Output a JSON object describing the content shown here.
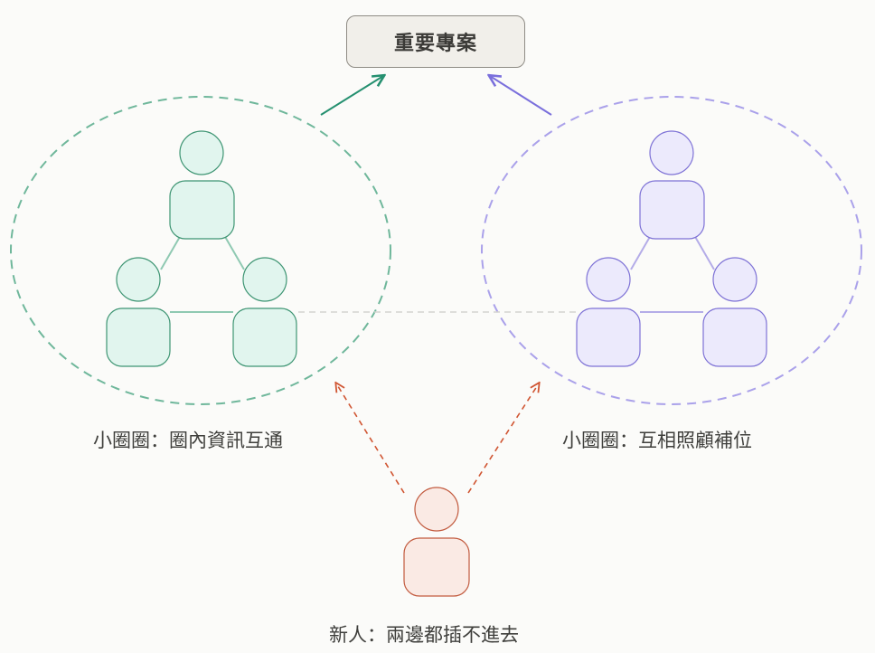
{
  "title": "重要專案",
  "groups": [
    {
      "label": "小圈圈：圈內資訊互通",
      "color": "#56a98a",
      "fill": "#e1f5ee",
      "stroke": "#3e9573"
    },
    {
      "label": "小圈圈：互相照顧補位",
      "color": "#9f95e8",
      "fill": "#eceafc",
      "stroke": "#7e72d6"
    }
  ],
  "newcomer": {
    "label": "新人：兩邊都插不進去",
    "fill": "#faeae4",
    "stroke": "#c25a3e",
    "arrow_color": "#d05532"
  },
  "arrows": {
    "left_color": "#259070",
    "right_color": "#7a6fdc"
  }
}
